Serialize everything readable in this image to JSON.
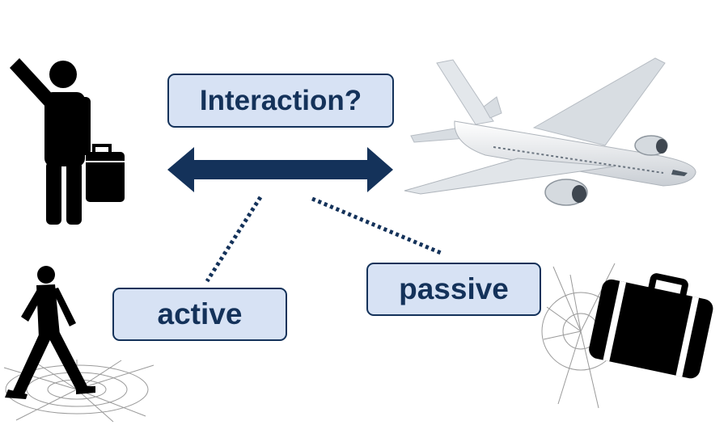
{
  "labels": {
    "interaction": "Interaction?",
    "active": "active",
    "passive": "passive"
  },
  "icons": {
    "person": "waving-person-with-suitcase-icon",
    "walker": "walking-person-icon",
    "plane": "airplane-icon",
    "suitcase": "suitcase-icon",
    "crack": "cracked-glass-icon"
  },
  "colors": {
    "navy": "#14325a",
    "box_fill": "#d7e2f4",
    "icon": "#000000",
    "plane_body": "#e9ecef"
  }
}
